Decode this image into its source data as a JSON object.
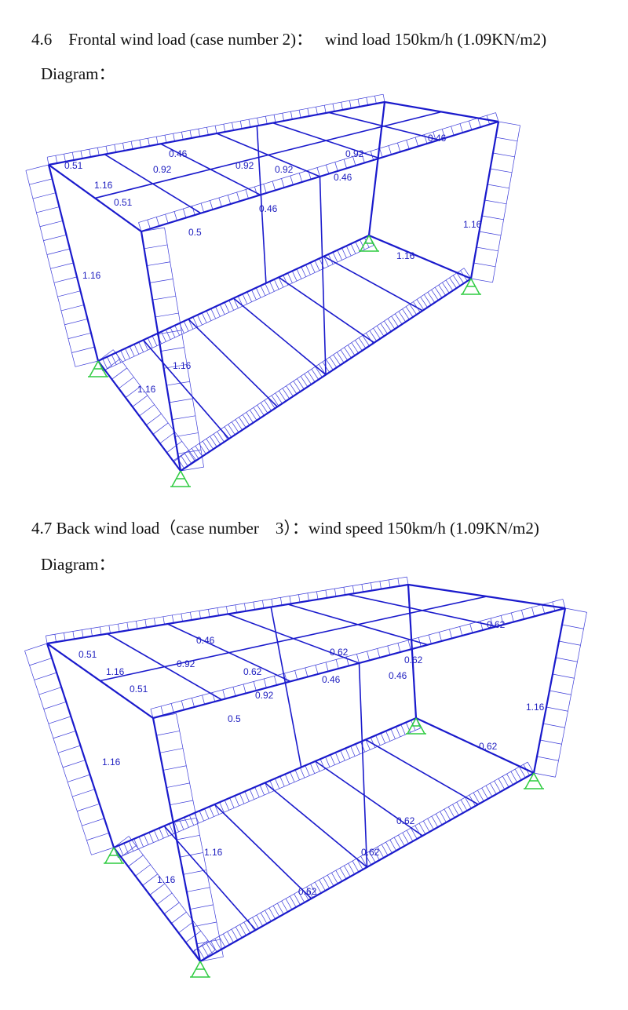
{
  "sections": [
    {
      "heading": "4.6    Frontal wind load (case number 2)：   wind load 150km/h (1.09KN/m2)",
      "subheading": "Diagram：",
      "diagram_labels": [
        "0.51",
        "1.16",
        "0.51",
        "0.92",
        "0.46",
        "0.92",
        "0.5",
        "0.46",
        "0.92",
        "0.46",
        "0.92",
        "0.46",
        "1.16",
        "1.16",
        "1.16",
        "1.16",
        "1.16"
      ]
    },
    {
      "heading": "4.7 Back wind load（case number    3）：wind speed 150km/h (1.09KN/m2)",
      "subheading": "Diagram：",
      "diagram_labels": [
        "0.51",
        "1.16",
        "0.51",
        "0.92",
        "0.46",
        "0.62",
        "0.92",
        "0.5",
        "0.62",
        "0.46",
        "0.62",
        "0.46",
        "0.62",
        "1.16",
        "1.16",
        "1.16",
        "1.16",
        "0.62",
        "0.62",
        "0.62",
        "0.62"
      ]
    }
  ],
  "colors": {
    "frame": "#1a1acc",
    "load": "#3a3ad8",
    "support": "#2ecc40"
  }
}
